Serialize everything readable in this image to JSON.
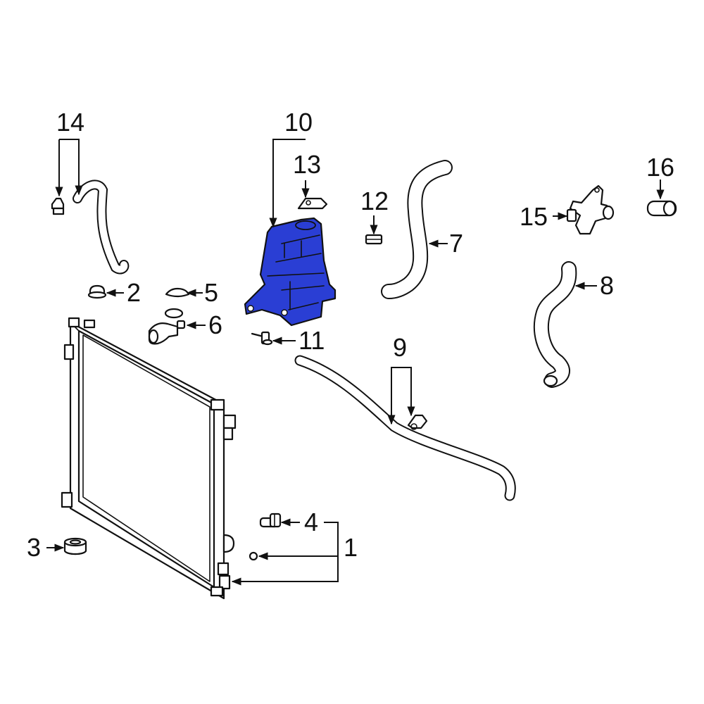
{
  "highlight_color": "#2a3ed4",
  "callouts": {
    "c1": "1",
    "c2": "2",
    "c3": "3",
    "c4": "4",
    "c5": "5",
    "c6": "6",
    "c7": "7",
    "c8": "8",
    "c9": "9",
    "c10": "10",
    "c11": "11",
    "c12": "12",
    "c13": "13",
    "c14": "14",
    "c15": "15",
    "c16": "16"
  }
}
